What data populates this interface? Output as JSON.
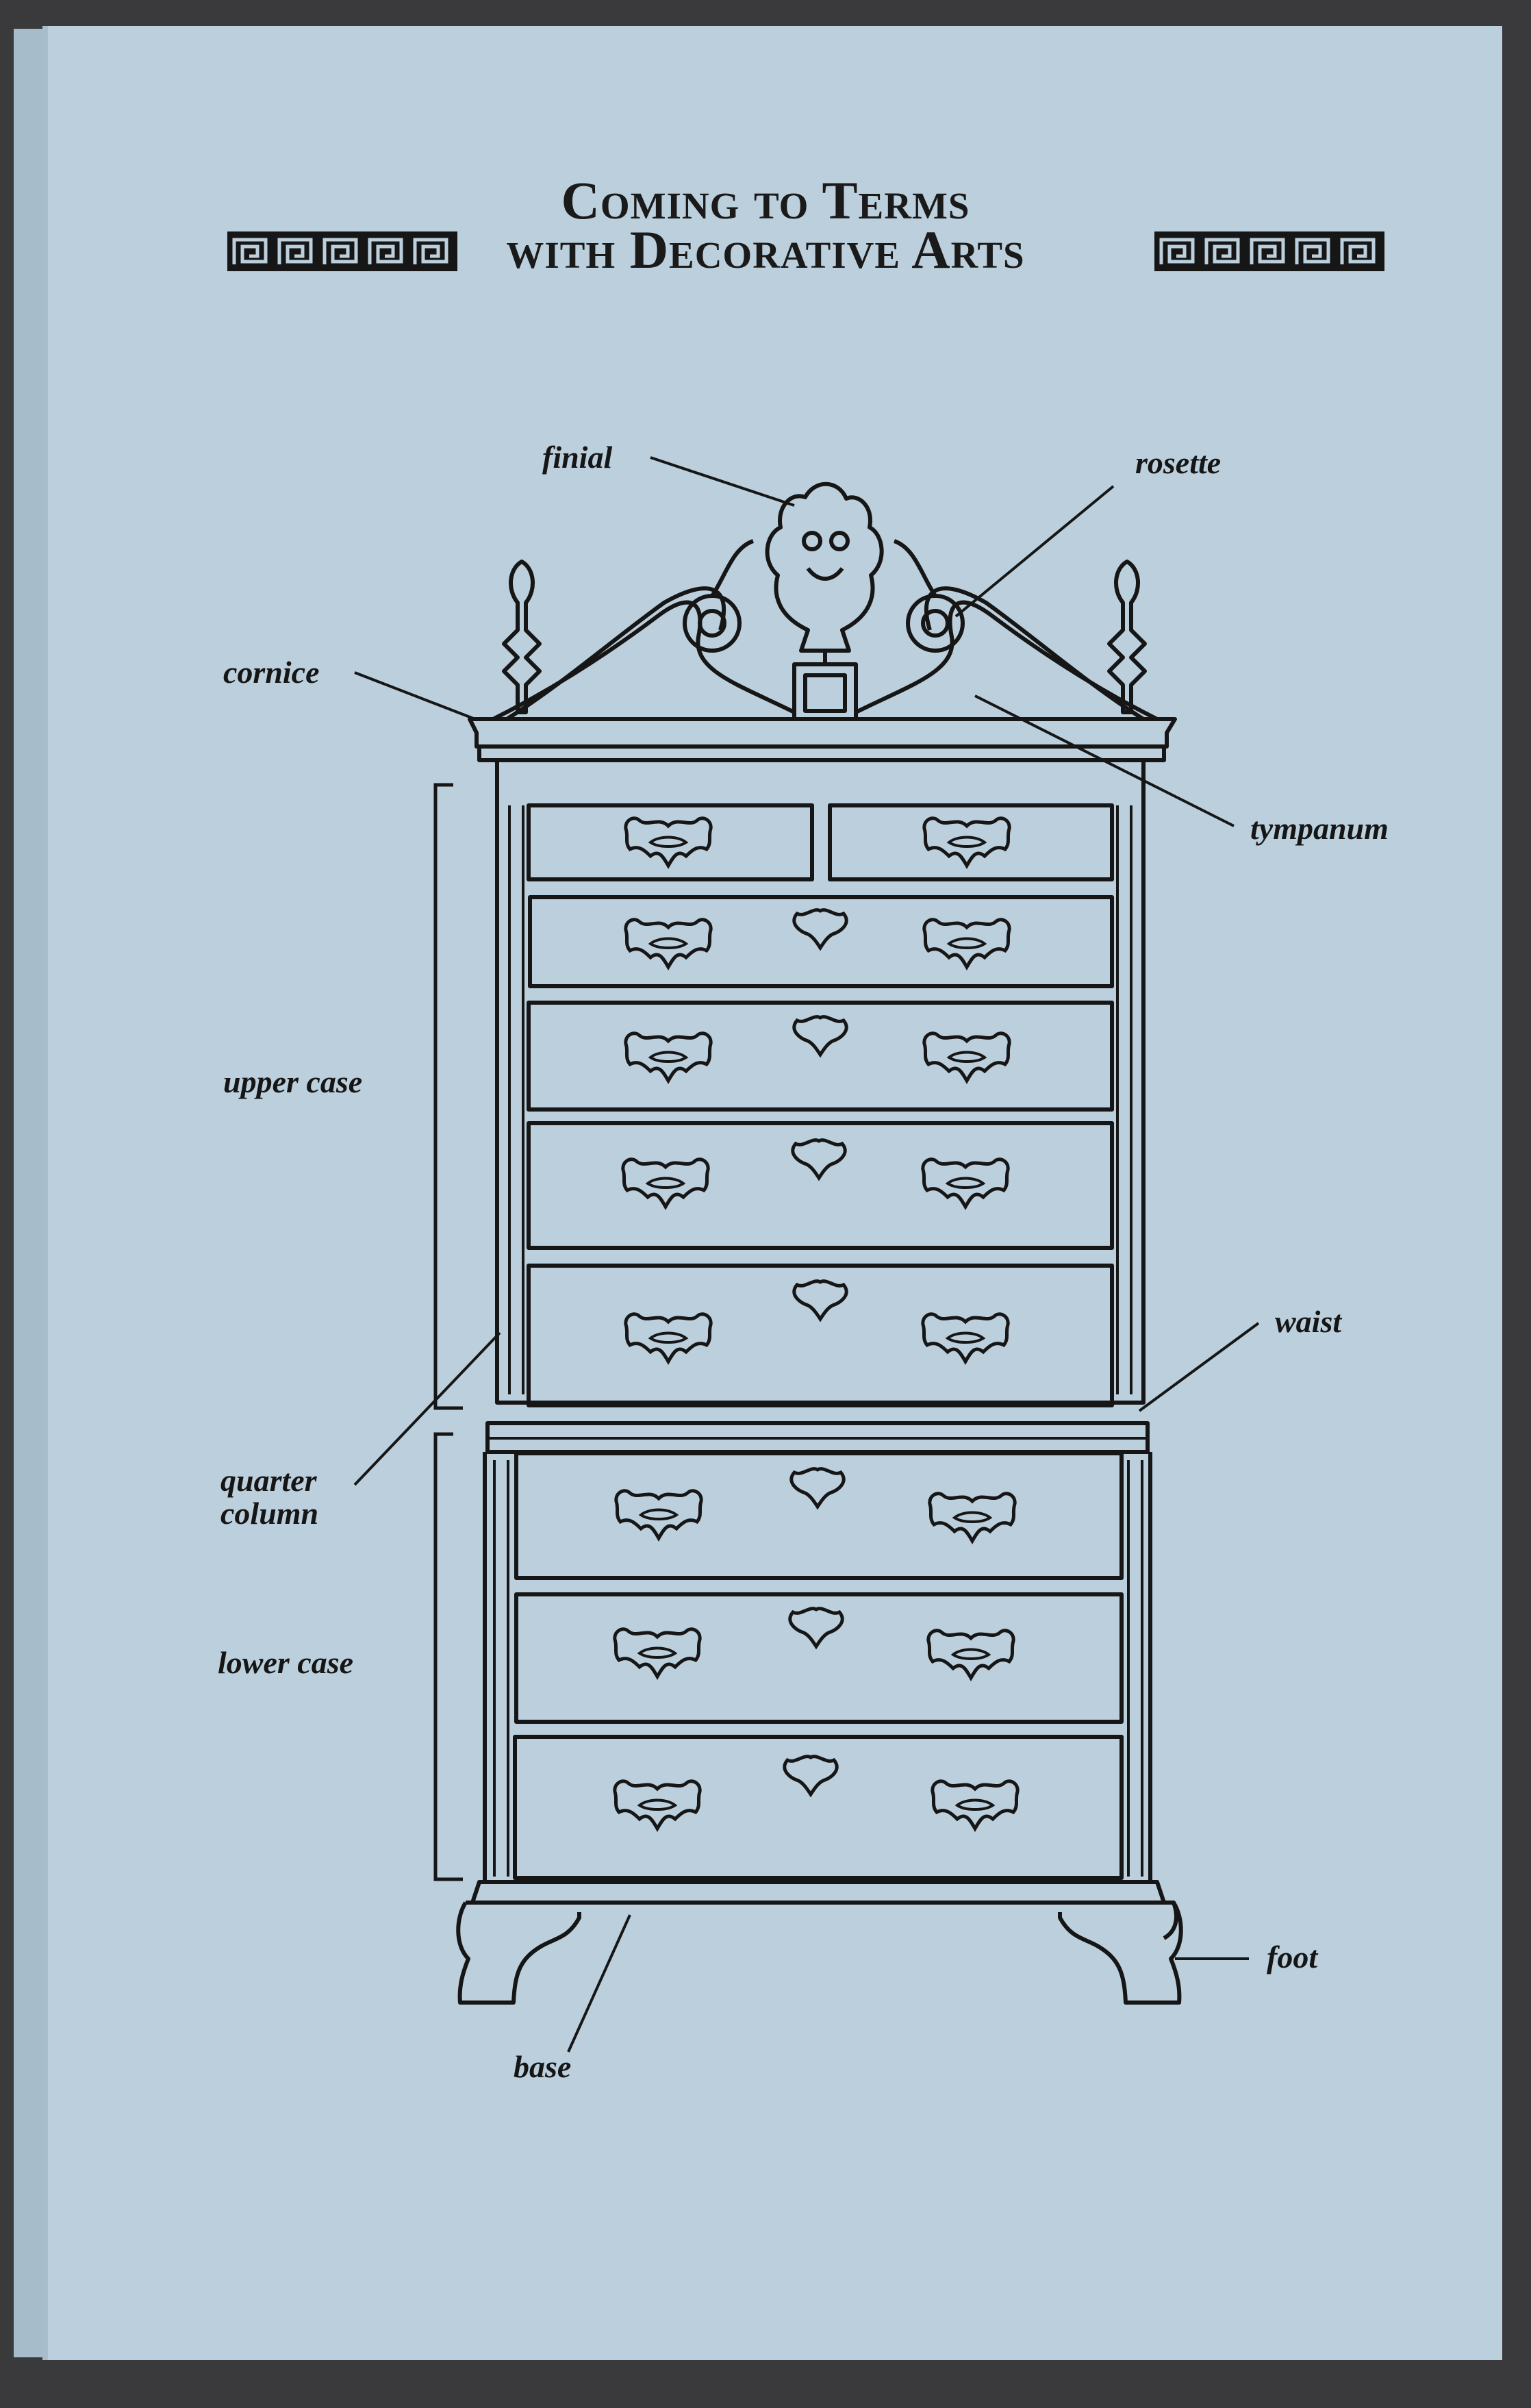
{
  "title": {
    "line1": "Coming to Terms",
    "line2": "with Decorative Arts"
  },
  "labels": {
    "finial": "finial",
    "rosette": "rosette",
    "cornice": "cornice",
    "tympanum": "tympanum",
    "upper_case": "upper case",
    "waist": "waist",
    "quarter_column_1": "quarter",
    "quarter_column_2": "column",
    "lower_case": "lower case",
    "foot": "foot",
    "base": "base"
  },
  "colors": {
    "paper": "#bccfdc",
    "ink": "#161616",
    "background": "#3a3a3c"
  },
  "icons": [
    "greek-key-border-left",
    "greek-key-border-right"
  ]
}
